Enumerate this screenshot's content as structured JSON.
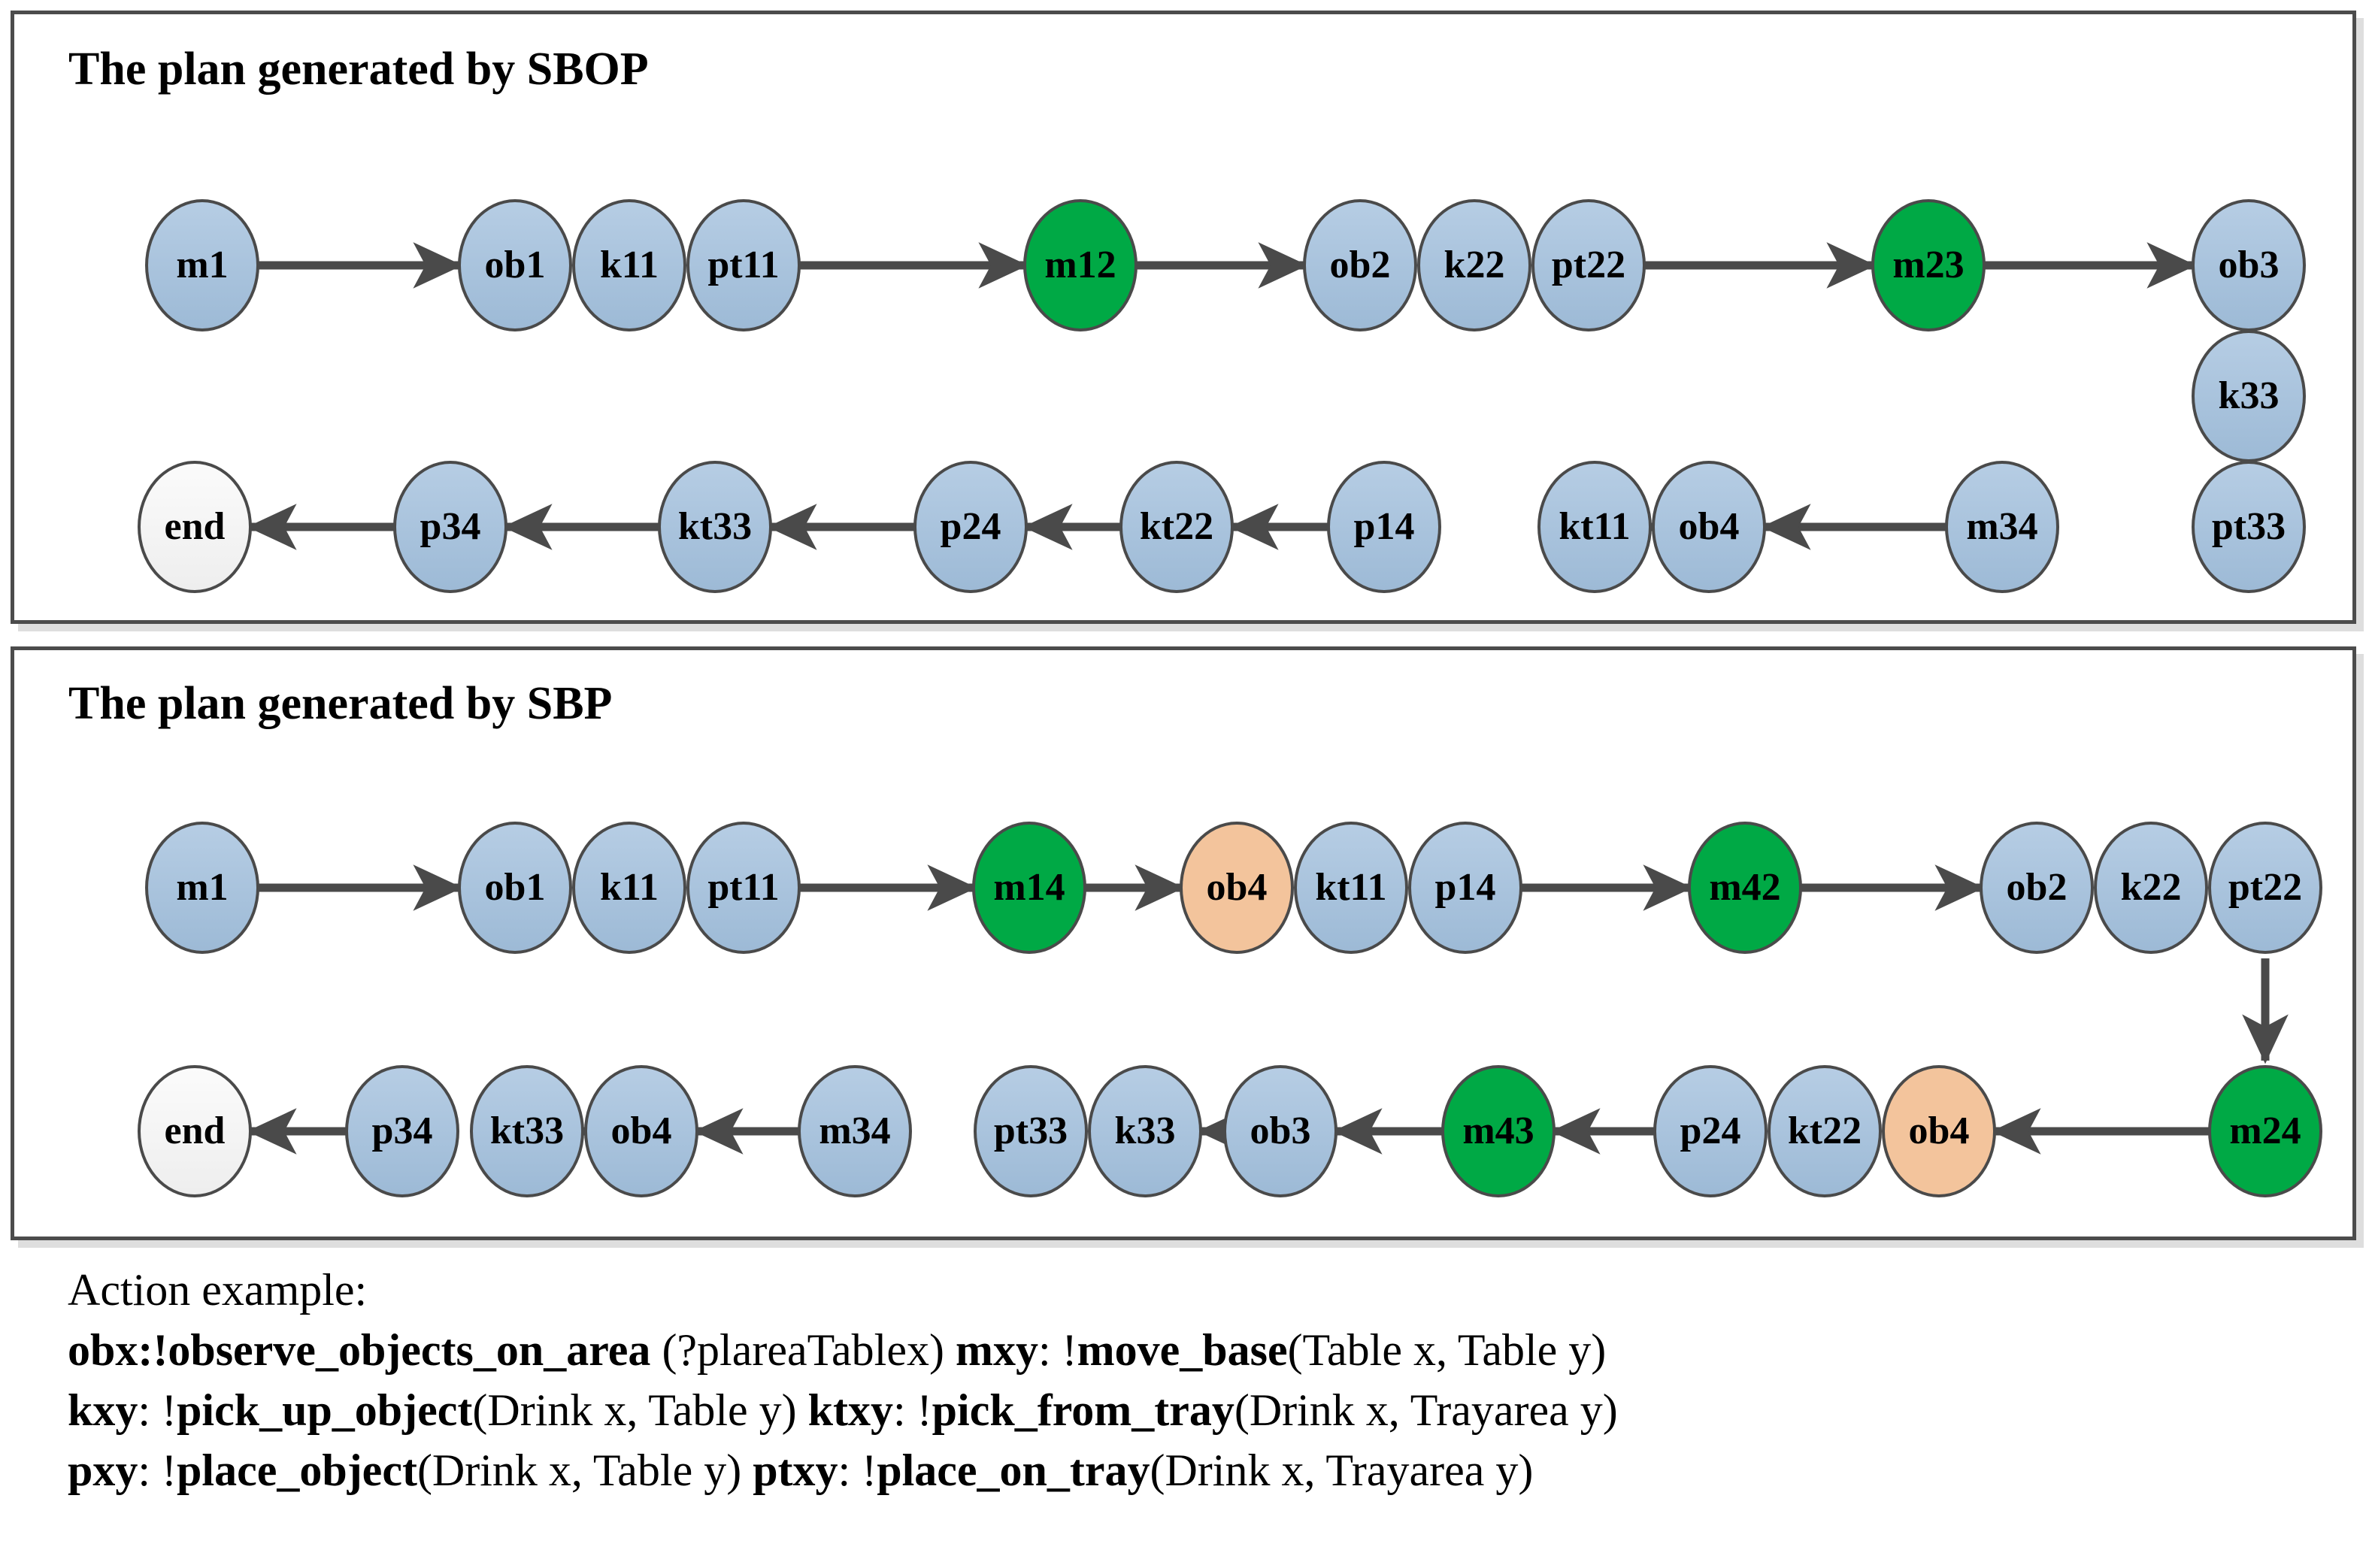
{
  "panels": [
    {
      "id": "sbop",
      "title": "The plan generated by SBOP",
      "rows": [
        {
          "direction": "right",
          "nodes": [
            {
              "label": "m1",
              "color": "blue"
            },
            {
              "label": "ob1",
              "color": "blue"
            },
            {
              "label": "k11",
              "color": "blue"
            },
            {
              "label": "pt11",
              "color": "blue"
            },
            {
              "label": "m12",
              "color": "green"
            },
            {
              "label": "ob2",
              "color": "blue"
            },
            {
              "label": "k22",
              "color": "blue"
            },
            {
              "label": "pt22",
              "color": "blue"
            },
            {
              "label": "m23",
              "color": "green"
            },
            {
              "label": "ob3",
              "color": "blue"
            }
          ]
        },
        {
          "direction": "column",
          "nodes": [
            {
              "label": "k33",
              "color": "blue"
            },
            {
              "label": "pt33",
              "color": "blue"
            }
          ]
        },
        {
          "direction": "left",
          "nodes": [
            {
              "label": "end",
              "color": "white"
            },
            {
              "label": "p34",
              "color": "blue"
            },
            {
              "label": "kt33",
              "color": "blue"
            },
            {
              "label": "p24",
              "color": "blue"
            },
            {
              "label": "kt22",
              "color": "blue"
            },
            {
              "label": "p14",
              "color": "blue"
            },
            {
              "label": "kt11",
              "color": "blue"
            },
            {
              "label": "ob4",
              "color": "blue"
            },
            {
              "label": "m34",
              "color": "blue"
            }
          ]
        }
      ]
    },
    {
      "id": "sbp",
      "title": "The plan generated by SBP",
      "rows": [
        {
          "direction": "right",
          "nodes": [
            {
              "label": "m1",
              "color": "blue"
            },
            {
              "label": "ob1",
              "color": "blue"
            },
            {
              "label": "k11",
              "color": "blue"
            },
            {
              "label": "pt11",
              "color": "blue"
            },
            {
              "label": "m14",
              "color": "green"
            },
            {
              "label": "ob4",
              "color": "orange"
            },
            {
              "label": "kt11",
              "color": "blue"
            },
            {
              "label": "p14",
              "color": "blue"
            },
            {
              "label": "m42",
              "color": "green"
            },
            {
              "label": "ob2",
              "color": "blue"
            },
            {
              "label": "k22",
              "color": "blue"
            },
            {
              "label": "pt22",
              "color": "blue"
            }
          ]
        },
        {
          "direction": "left",
          "nodes": [
            {
              "label": "end",
              "color": "white"
            },
            {
              "label": "p34",
              "color": "blue"
            },
            {
              "label": "kt33",
              "color": "blue"
            },
            {
              "label": "ob4",
              "color": "blue"
            },
            {
              "label": "m34",
              "color": "blue"
            },
            {
              "label": "pt33",
              "color": "blue"
            },
            {
              "label": "k33",
              "color": "blue"
            },
            {
              "label": "ob3",
              "color": "blue"
            },
            {
              "label": "m43",
              "color": "green"
            },
            {
              "label": "p24",
              "color": "blue"
            },
            {
              "label": "kt22",
              "color": "blue"
            },
            {
              "label": "ob4",
              "color": "orange"
            },
            {
              "label": "m24",
              "color": "green"
            }
          ]
        }
      ]
    }
  ],
  "legend": {
    "heading": "Action example:",
    "lines": [
      [
        {
          "t": "obx:!observe_objects_on_area",
          "b": true
        },
        {
          "t": " (?plareaTablex)  ",
          "b": false
        },
        {
          "t": "mxy",
          "b": true
        },
        {
          "t": ": !",
          "b": false
        },
        {
          "t": "move_base",
          "b": true
        },
        {
          "t": "(Table x, Table y)",
          "b": false
        }
      ],
      [
        {
          "t": "kxy",
          "b": true
        },
        {
          "t": ": !",
          "b": false
        },
        {
          "t": "pick_up_object",
          "b": true
        },
        {
          "t": "(Drink x, Table y)  ",
          "b": false
        },
        {
          "t": "ktxy",
          "b": true
        },
        {
          "t": ": !",
          "b": false
        },
        {
          "t": "pick_from_tray",
          "b": true
        },
        {
          "t": "(Drink x, Trayarea y)",
          "b": false
        }
      ],
      [
        {
          "t": "pxy",
          "b": true
        },
        {
          "t": ": !",
          "b": false
        },
        {
          "t": "place_object",
          "b": true
        },
        {
          "t": "(Drink x, Table y)  ",
          "b": false
        },
        {
          "t": "ptxy",
          "b": true
        },
        {
          "t": ": !",
          "b": false
        },
        {
          "t": "place_on_tray",
          "b": true
        },
        {
          "t": "(Drink x, Trayarea y)",
          "b": false
        }
      ]
    ]
  },
  "colors": {
    "blue": "#a3c0dd",
    "green": "#00a945",
    "orange": "#f3c49c",
    "white": "#f4f4f4",
    "stroke": "#4a4a4a",
    "arrow": "#4a4a4a",
    "panel_border": "#4c4c4c"
  }
}
